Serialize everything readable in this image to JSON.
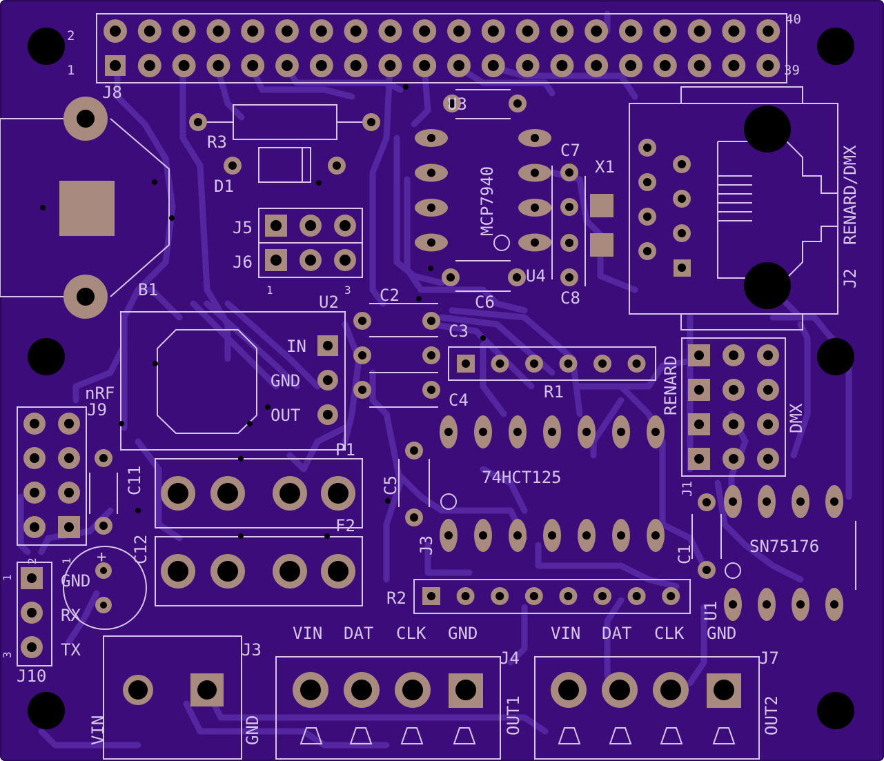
{
  "board": {
    "colors": {
      "substrate": "#3c0d7a",
      "edge": "#2a0a58",
      "trace": "#5426a0",
      "silkscreen": "#d7c6ea",
      "pad": "#a88a7e",
      "hole": "#000000"
    }
  },
  "labels": {
    "j8": "J8",
    "pin2": "2",
    "pin1": "1",
    "pin40": "40",
    "pin39": "39",
    "r3": "R3",
    "d1": "D1",
    "u3_top": "U3",
    "mcp": "MCP7940",
    "c7": "C7",
    "x1": "X1",
    "u4": "U4",
    "c8": "C8",
    "c6": "C6",
    "j5": "J5",
    "j6": "J6",
    "j56_pin1": "1",
    "j56_pin3": "3",
    "b1": "B1",
    "u2": "U2",
    "c2": "C2",
    "c3": "C3",
    "r1": "R1",
    "c4": "C4",
    "reg_in": "IN",
    "reg_gnd": "GND",
    "reg_out": "OUT",
    "p1": "P1",
    "f2": "F2",
    "nrf": "nRF",
    "j9": "J9",
    "c11": "C11",
    "c12": "C12",
    "c5": "C5",
    "ic_74hct125": "74HCT125",
    "j3_side": "J3",
    "renard_dmx": "RENARD/DMX",
    "j2": "J2",
    "renard": "RENARD",
    "dmx": "DMX",
    "j1": "J1",
    "c1": "C1",
    "sn75176": "SN75176",
    "u1": "U1",
    "r2": "R2",
    "j10_gnd": "GND",
    "j10_rx": "RX",
    "j10_tx": "TX",
    "j10": "J10",
    "j10_pin1": "1",
    "j10_pin3": "3",
    "j9_pin2": "2",
    "j9_pin1": "1",
    "c12_plus": "+",
    "j3": "J3",
    "vin_left": "VIN",
    "gnd_left": "GND",
    "out1_vin": "VIN",
    "out1_dat": "DAT",
    "out1_clk": "CLK",
    "out1_gnd": "GND",
    "out2_vin": "VIN",
    "out2_dat": "DAT",
    "out2_clk": "CLK",
    "out2_gnd": "GND",
    "j4": "J4",
    "j7": "J7",
    "out1": "OUT1",
    "out2": "OUT2"
  }
}
